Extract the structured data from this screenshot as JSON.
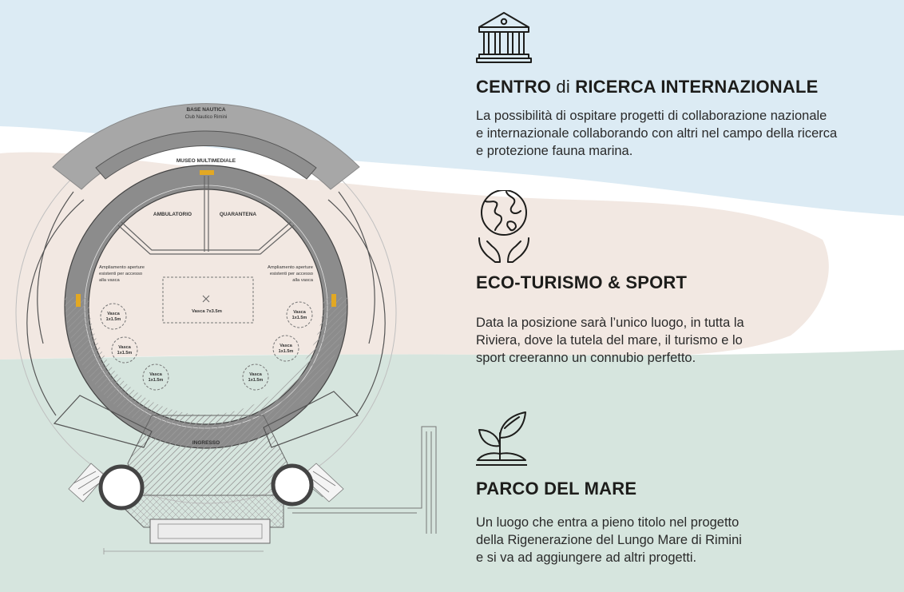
{
  "plan": {
    "base_nautica": "BASE NAUTICA",
    "club_nautico": "Club Nautico Rimini",
    "museo": "MUSEO MULTIMEDIALE",
    "ambulatorio": "AMBULATORIO",
    "quarantena": "QUARANTENA",
    "ampliamento_left": [
      "Ampliamento aperture",
      "esistenti per accesso",
      "alla vasca"
    ],
    "ampliamento_right": [
      "Ampliamento aperture",
      "esistenti per accesso",
      "alla vasca"
    ],
    "vasca_centrale": "Vasca 7x3.5m",
    "vasca_label": "Vasca",
    "vasca_size": "1x1.5m",
    "ingresso": "INGRESSO"
  },
  "sections": [
    {
      "title_bold_1": "CENTRO",
      "title_light": " di ",
      "title_bold_2": "RICERCA INTERNAZIONALE",
      "icon": "museum-icon",
      "body": "La possibilità di ospitare progetti di collaborazione nazionale\ne internazionale collaborando con altri nel campo della ricerca\ne protezione fauna marina."
    },
    {
      "title": "ECO-TURISMO & SPORT",
      "icon": "globe-hands-icon",
      "body": "Data la posizione sarà l’unico luogo, in tutta la\nRiviera, dove la tutela del mare, il turismo e lo\nsport creeranno un connubio perfetto."
    },
    {
      "title": "PARCO DEL MARE",
      "icon": "sprout-icon",
      "body": "Un luogo che entra a pieno titolo nel progetto\ndella Rigenerazione del Lungo Mare di Rimini\ne si va ad aggiungere ad altri progetti."
    }
  ],
  "colors": {
    "wave_blue": "#dcebf4",
    "wave_beige": "#f2e8e2",
    "wave_green": "#d6e5de",
    "wall_gray": "#9b9b9b",
    "accent_yellow": "#e2a823",
    "text_dark": "#1d1d1b"
  }
}
